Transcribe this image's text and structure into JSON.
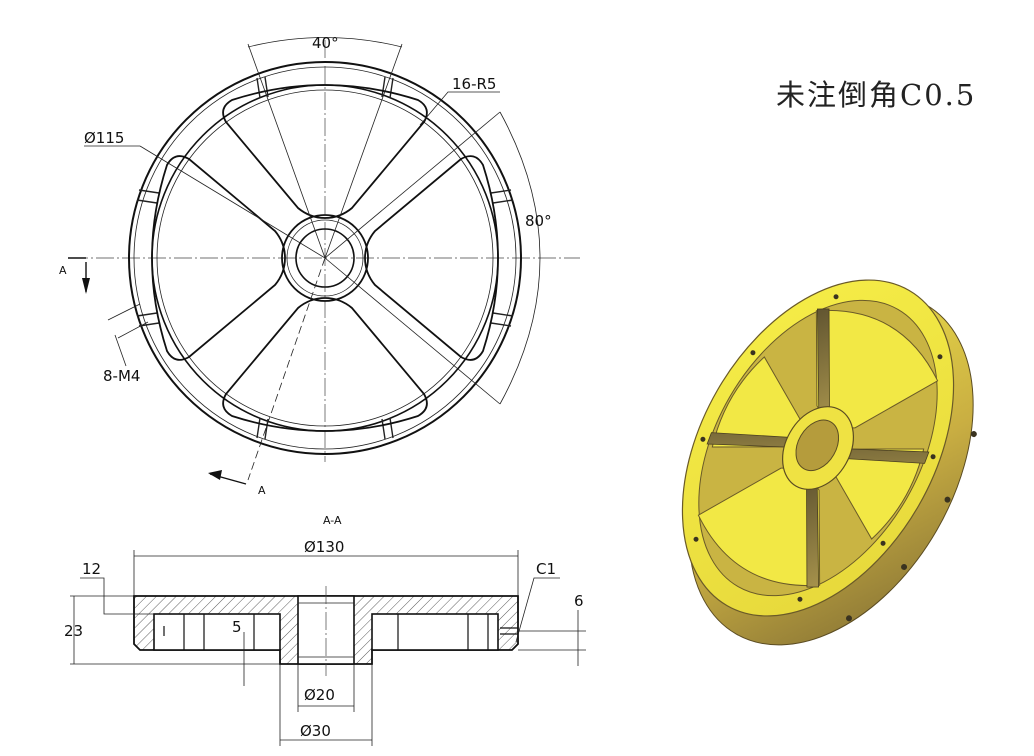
{
  "note": "未注倒角C0.5",
  "front_view": {
    "angle_top": "40°",
    "angle_right": "80°",
    "fillet": "16-R5",
    "diameter_bolt_circle": "Ø115",
    "threads": "8-M4",
    "section_mark_left": "A",
    "section_mark_bottom": "A"
  },
  "section_view": {
    "title": "A-A",
    "outer_diameter": "Ø130",
    "rim_offset": "12",
    "height": "23",
    "pocket_depth": "5",
    "chamfer": "C1",
    "thread_height": "6",
    "bore_diameter": "Ø20",
    "hub_diameter": "Ø30"
  },
  "colors": {
    "line": "#111111",
    "render_yellow": "#f3ea3a",
    "render_shadow": "#8a7a33",
    "render_rim": "#c8a93e"
  }
}
